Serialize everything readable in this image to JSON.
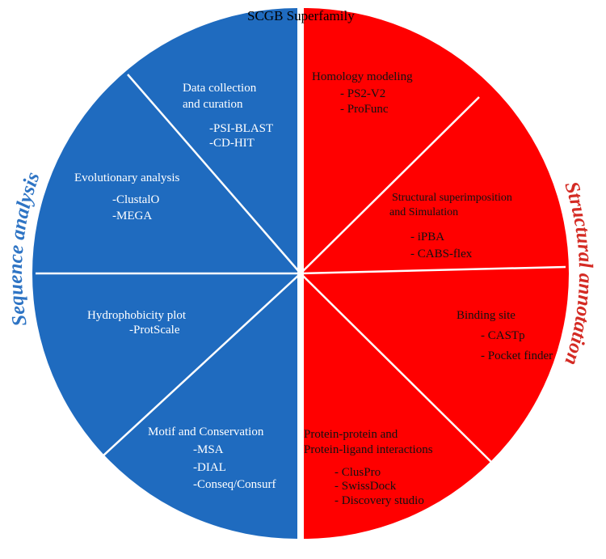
{
  "title": "SCGB Superfamily",
  "left_side_label": "Sequence analysis",
  "right_side_label": "Structural annotation",
  "colors": {
    "left": "#1f6bbf",
    "right": "#ff0000",
    "left_title": "#2e74c4",
    "right_title": "#d42b24"
  },
  "segments": {
    "data_collection": {
      "title_1": "Data collection",
      "title_2": "and curation",
      "items": [
        "-PSI-BLAST",
        "-CD-HIT"
      ]
    },
    "evolutionary": {
      "title": "Evolutionary analysis",
      "items": [
        "-ClustalO",
        "-MEGA"
      ]
    },
    "hydrophobicity": {
      "title": "Hydrophobicity plot",
      "items": [
        "-ProtScale"
      ]
    },
    "motif": {
      "title": "Motif and Conservation",
      "items": [
        "-MSA",
        "-DIAL",
        "-Conseq/Consurf"
      ]
    },
    "homology": {
      "title": "Homology modeling",
      "items": [
        "- PS2-V2",
        "- ProFunc"
      ]
    },
    "superimposition": {
      "title_1": "Structural superimposition",
      "title_2": "and Simulation",
      "items": [
        "- iPBA",
        "- CABS-flex"
      ]
    },
    "binding": {
      "title": "Binding site",
      "items": [
        "- CASTp",
        "- Pocket finder"
      ]
    },
    "interactions": {
      "title_1": "Protein-protein and",
      "title_2": "Protein-ligand interactions",
      "items": [
        "- ClusPro",
        "- SwissDock",
        "- Discovery studio"
      ]
    }
  }
}
